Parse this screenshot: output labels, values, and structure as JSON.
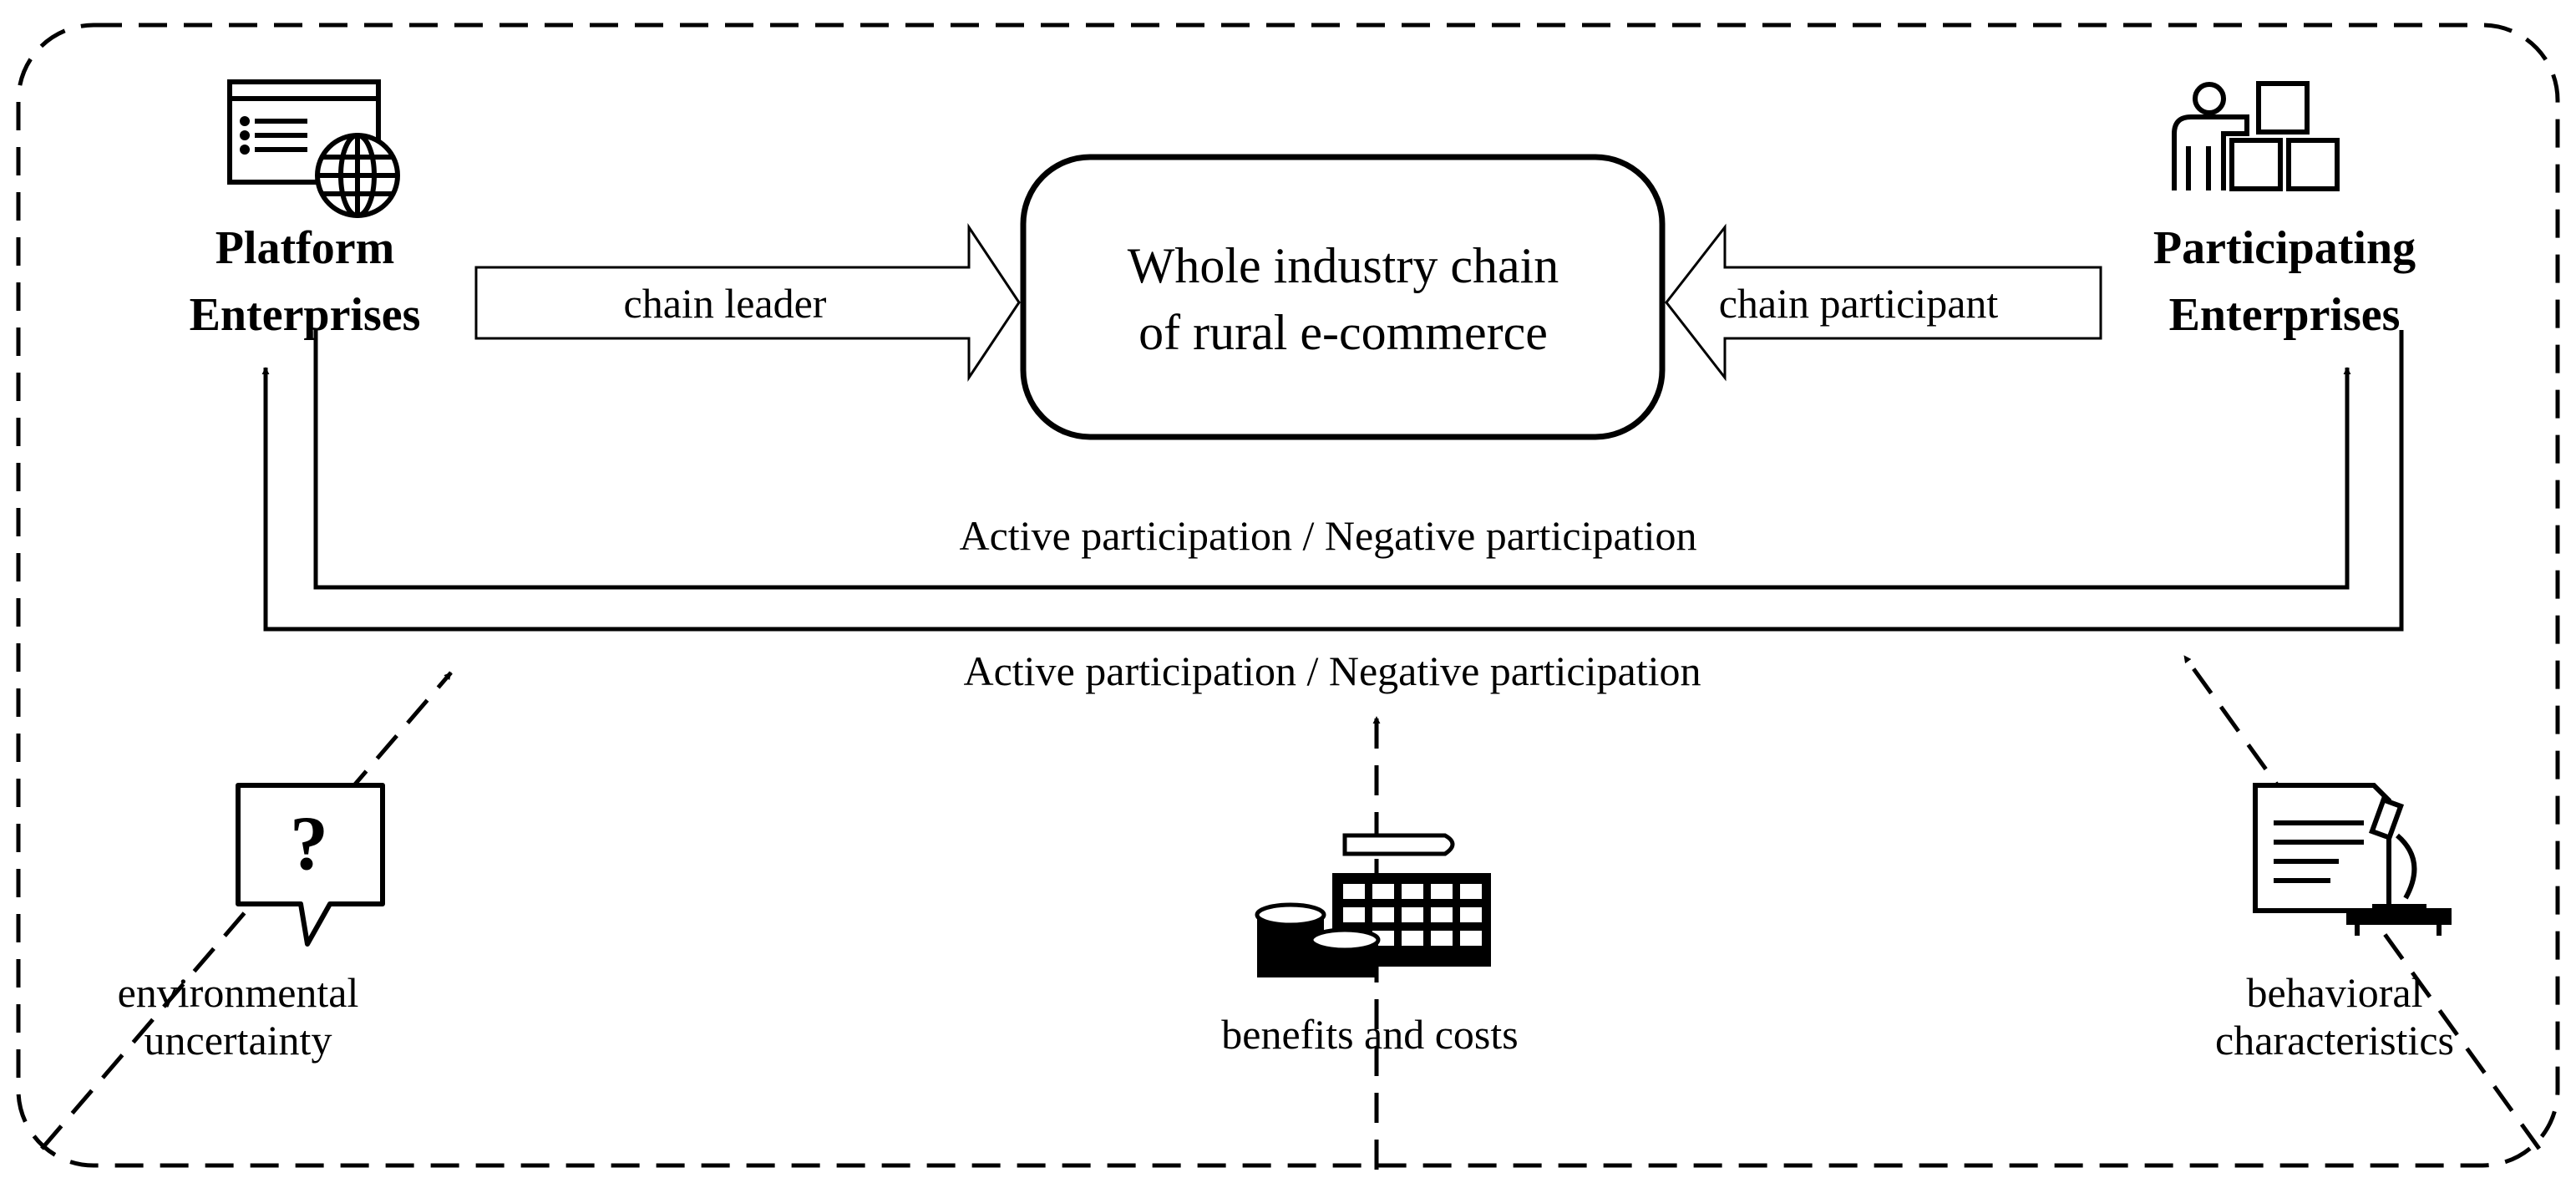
{
  "center_box": {
    "line1": "Whole industry chain",
    "line2": "of rural e-commerce"
  },
  "platform": {
    "line1": "Platform",
    "line2": "Enterprises",
    "icon": "web-page-globe-icon"
  },
  "participating": {
    "line1": "Participating",
    "line2": "Enterprises",
    "icon": "person-boxes-icon"
  },
  "arrows": {
    "left_label": "chain leader",
    "right_label": "chain participant"
  },
  "participation": {
    "upper": "Active participation / Negative participation",
    "lower": "Active participation / Negative participation"
  },
  "factors": {
    "environmental": {
      "line1": "environmental",
      "line2": "uncertainty",
      "icon": "question-bubble-icon"
    },
    "benefits": {
      "line1": "benefits and costs",
      "icon": "coins-calculator-icon"
    },
    "behavioral": {
      "line1": "behavioral",
      "line2": "characteristics",
      "icon": "document-microscope-icon"
    }
  }
}
